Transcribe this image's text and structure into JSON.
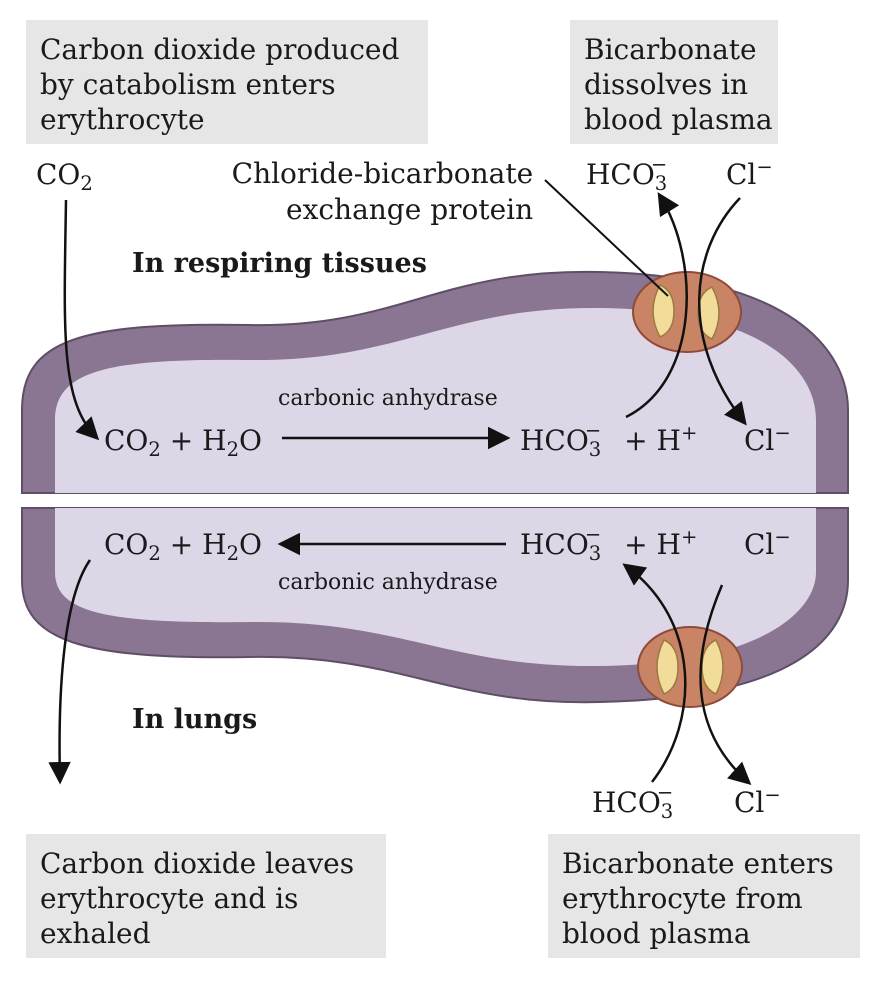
{
  "boxes": {
    "top_left": [
      "Carbon dioxide produced",
      "by catabolism enters",
      "erythrocyte"
    ],
    "top_right": [
      "Bicarbonate",
      "dissolves in",
      "blood plasma"
    ],
    "bottom_left": [
      "Carbon dioxide leaves",
      "erythrocyte and is",
      "exhaled"
    ],
    "bottom_right": [
      "Bicarbonate enters",
      "erythrocyte from",
      "blood plasma"
    ]
  },
  "labels": {
    "exchange_protein": [
      "Chloride-bicarbonate",
      "exchange protein"
    ],
    "respiring": "In respiring tissues",
    "lungs": "In lungs",
    "enzyme_top": "carbonic anhydrase",
    "enzyme_bottom": "carbonic anhydrase",
    "plus": "+"
  },
  "chem": {
    "co2": "CO",
    "two": "2",
    "h2o_h": "H",
    "h2o_o": "O",
    "hco": "HCO",
    "three": "3",
    "minus": "−",
    "h": "H",
    "plus_charge": "+",
    "cl": "Cl"
  },
  "colors": {
    "box": "#e6e6e6",
    "membrane": "#8a7692",
    "cytoplasm": "#dcd6e6",
    "protein_outer": "#c98466",
    "protein_inner": "#f2dc9a"
  }
}
